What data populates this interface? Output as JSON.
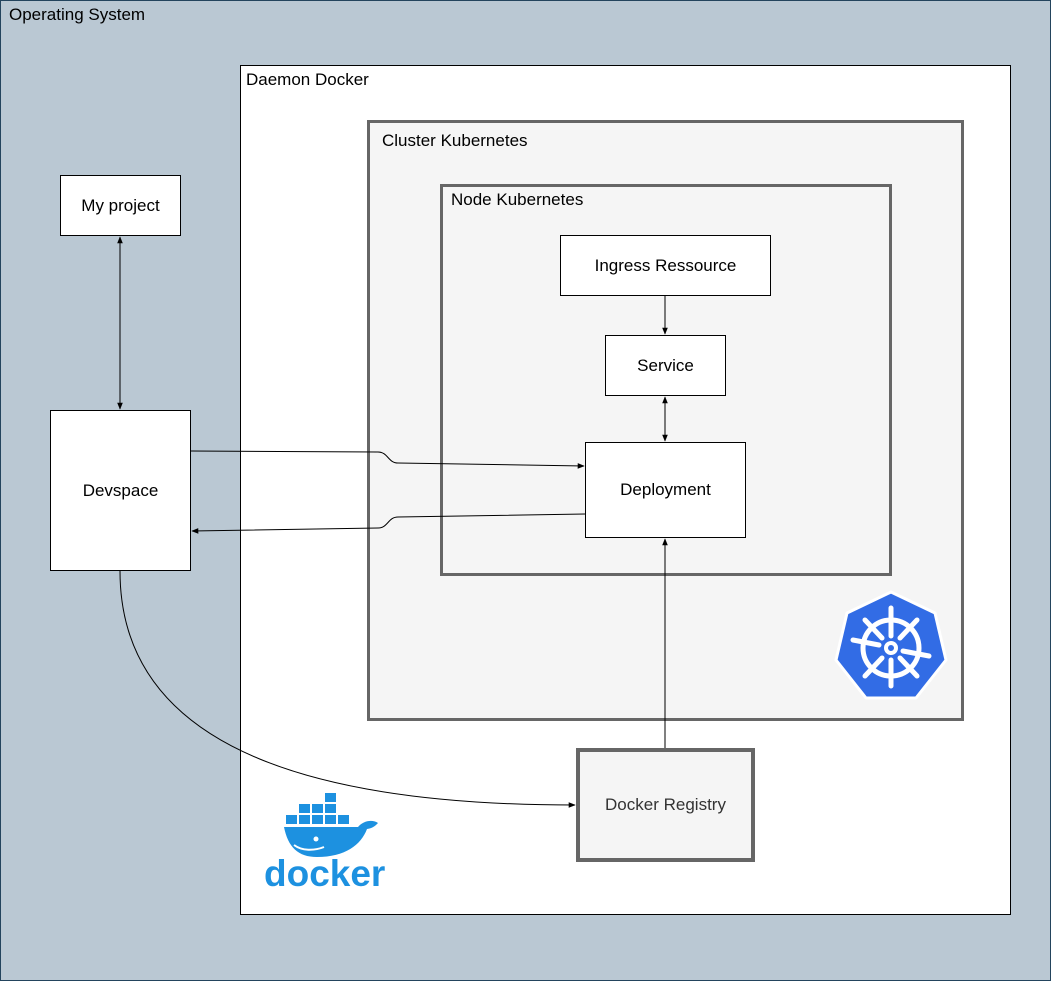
{
  "containers": {
    "os": "Operating System",
    "daemon": "Daemon Docker",
    "cluster": "Cluster Kubernetes",
    "node": "Node Kubernetes"
  },
  "nodes": {
    "my_project": "My project",
    "devspace": "Devspace",
    "ingress": "Ingress Ressource",
    "service": "Service",
    "deployment": "Deployment",
    "registry": "Docker Registry"
  },
  "logos": {
    "docker": {
      "icon": "docker-whale-icon",
      "wordmark": "docker",
      "color": "#1d91e0"
    },
    "kubernetes": {
      "icon": "kubernetes-helm-icon",
      "color": "#326ce5"
    }
  }
}
